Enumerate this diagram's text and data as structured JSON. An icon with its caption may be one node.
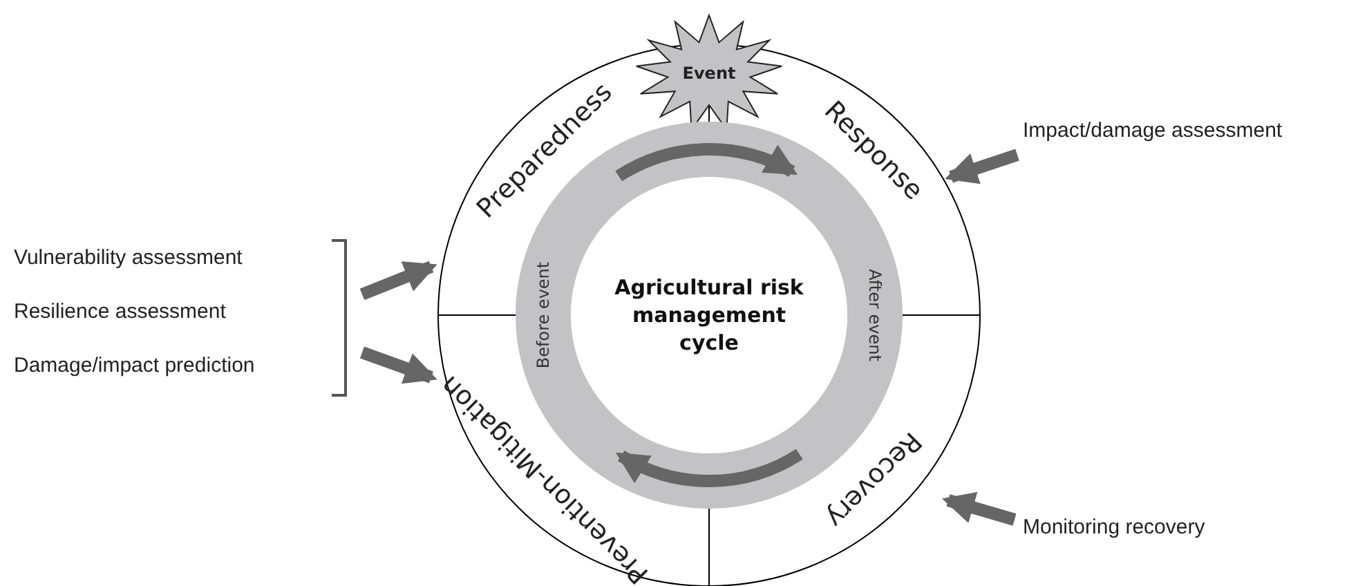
{
  "diagram": {
    "nodes": [
      {
        "text": [
          "Preparedness"
        ]
      },
      {
        "text": [
          "Response"
        ]
      },
      {
        "text": [
          "Recovery"
        ]
      },
      {
        "text": [
          "Prevention-Mitigation"
        ]
      },
      {
        "text": [
          "Event"
        ]
      },
      {
        "text": [
          "Before event",
          "After event"
        ]
      },
      {
        "text": [
          "Agricultural risk management cycle"
        ],
        "in": 5
      },
      {
        "text": [
          "Vulnerability assessment",
          "Resilience assessment",
          "Damage/impact prediction"
        ]
      },
      {
        "text": [
          "Impact/damage assessment"
        ]
      },
      {
        "text": [
          "Monitoring recovery"
        ]
      }
    ],
    "edges": [
      {
        "from": 0,
        "to": 1,
        "arrow": "to"
      },
      {
        "from": 2,
        "to": 3,
        "arrow": "to"
      },
      {
        "from": 7,
        "to": 0,
        "arrow": "to"
      },
      {
        "from": 7,
        "to": 3,
        "arrow": "to"
      },
      {
        "from": 8,
        "to": 1,
        "arrow": "to"
      },
      {
        "from": 9,
        "to": 2,
        "arrow": "to"
      }
    ]
  }
}
